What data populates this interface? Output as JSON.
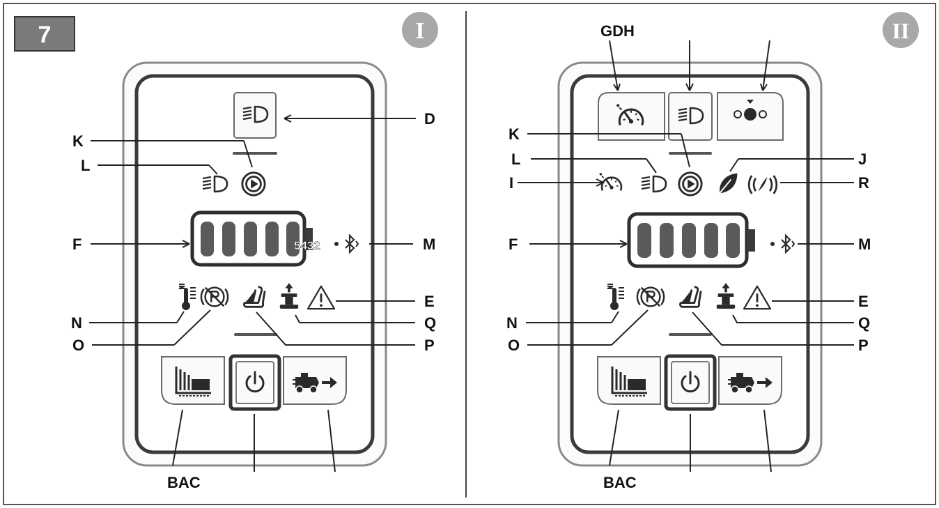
{
  "figure": {
    "number": "7",
    "number_bg": "#7a7a7a",
    "panels": [
      {
        "roman": "I",
        "callouts": {
          "D": "D",
          "K": "K",
          "L": "L",
          "F": "F",
          "M": "M",
          "N": "N",
          "O": "O",
          "P": "P",
          "Q": "Q",
          "E": "E",
          "BAC": "BAC"
        },
        "battery_overlay": "5432",
        "icons": [
          "headlight-icon",
          "play-circle-icon",
          "battery-icon",
          "bluetooth-icon",
          "temperature-icon",
          "parking-brake-icon",
          "seat-icon",
          "blade-lift-icon",
          "warning-icon",
          "cutting-height-icon",
          "power-icon",
          "mower-forward-icon"
        ]
      },
      {
        "roman": "II",
        "callouts": {
          "GDH": "GDH",
          "K": "K",
          "L": "L",
          "J": "J",
          "I": "I",
          "R": "R",
          "F": "F",
          "M": "M",
          "N": "N",
          "O": "O",
          "P": "P",
          "Q": "Q",
          "E": "E",
          "BAC": "BAC"
        },
        "icons": [
          "speedometer-icon",
          "headlight-icon",
          "dots-selector-icon",
          "play-circle-icon",
          "eco-leaf-icon",
          "signal-icon",
          "battery-icon",
          "bluetooth-icon",
          "temperature-icon",
          "parking-brake-icon",
          "seat-icon",
          "blade-lift-icon",
          "warning-icon",
          "cutting-height-icon",
          "power-icon",
          "mower-forward-icon"
        ]
      }
    ]
  }
}
